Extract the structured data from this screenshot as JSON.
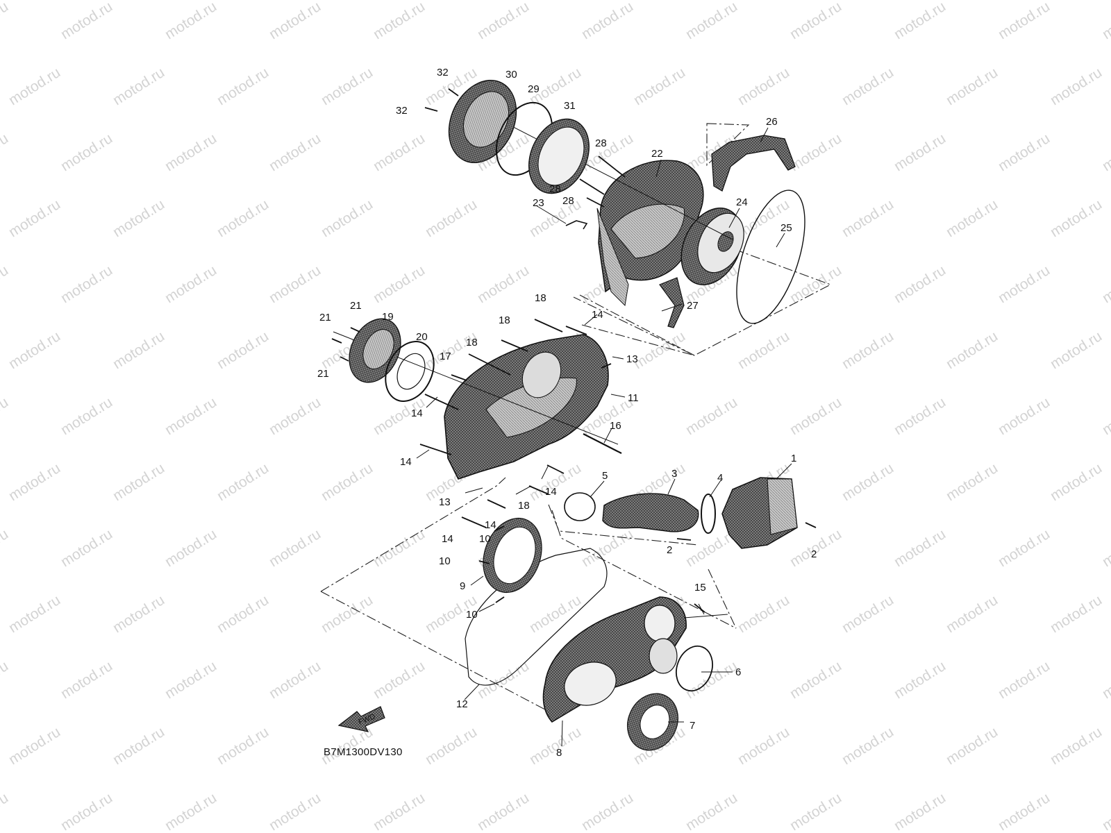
{
  "watermark_text": "motod.ru",
  "diagram_code": "B7M1300DV130",
  "fwd_label": "FWD",
  "callouts": [
    {
      "id": "c1",
      "text": "1"
    },
    {
      "id": "c2a",
      "text": "2"
    },
    {
      "id": "c2b",
      "text": "2"
    },
    {
      "id": "c3",
      "text": "3"
    },
    {
      "id": "c4",
      "text": "4"
    },
    {
      "id": "c5",
      "text": "5"
    },
    {
      "id": "c6",
      "text": "6"
    },
    {
      "id": "c7",
      "text": "7"
    },
    {
      "id": "c8",
      "text": "8"
    },
    {
      "id": "c9",
      "text": "9"
    },
    {
      "id": "c10a",
      "text": "10"
    },
    {
      "id": "c10b",
      "text": "10"
    },
    {
      "id": "c10c",
      "text": "10"
    },
    {
      "id": "c11",
      "text": "11"
    },
    {
      "id": "c12",
      "text": "12"
    },
    {
      "id": "c13a",
      "text": "13"
    },
    {
      "id": "c13b",
      "text": "13"
    },
    {
      "id": "c14a",
      "text": "14"
    },
    {
      "id": "c14b",
      "text": "14"
    },
    {
      "id": "c14c",
      "text": "14"
    },
    {
      "id": "c14d",
      "text": "14"
    },
    {
      "id": "c14e",
      "text": "14"
    },
    {
      "id": "c14f",
      "text": "14"
    },
    {
      "id": "c15",
      "text": "15"
    },
    {
      "id": "c16",
      "text": "16"
    },
    {
      "id": "c17",
      "text": "17"
    },
    {
      "id": "c18a",
      "text": "18"
    },
    {
      "id": "c18b",
      "text": "18"
    },
    {
      "id": "c18c",
      "text": "18"
    },
    {
      "id": "c18d",
      "text": "18"
    },
    {
      "id": "c19",
      "text": "19"
    },
    {
      "id": "c20",
      "text": "20"
    },
    {
      "id": "c21a",
      "text": "21"
    },
    {
      "id": "c21b",
      "text": "21"
    },
    {
      "id": "c21c",
      "text": "21"
    },
    {
      "id": "c22",
      "text": "22"
    },
    {
      "id": "c23",
      "text": "23"
    },
    {
      "id": "c24",
      "text": "24"
    },
    {
      "id": "c25",
      "text": "25"
    },
    {
      "id": "c26",
      "text": "26"
    },
    {
      "id": "c27",
      "text": "27"
    },
    {
      "id": "c28a",
      "text": "28"
    },
    {
      "id": "c28b",
      "text": "28"
    },
    {
      "id": "c28c",
      "text": "28"
    },
    {
      "id": "c29",
      "text": "29"
    },
    {
      "id": "c30",
      "text": "30"
    },
    {
      "id": "c31",
      "text": "31"
    },
    {
      "id": "c32a",
      "text": "32"
    },
    {
      "id": "c32b",
      "text": "32"
    }
  ]
}
